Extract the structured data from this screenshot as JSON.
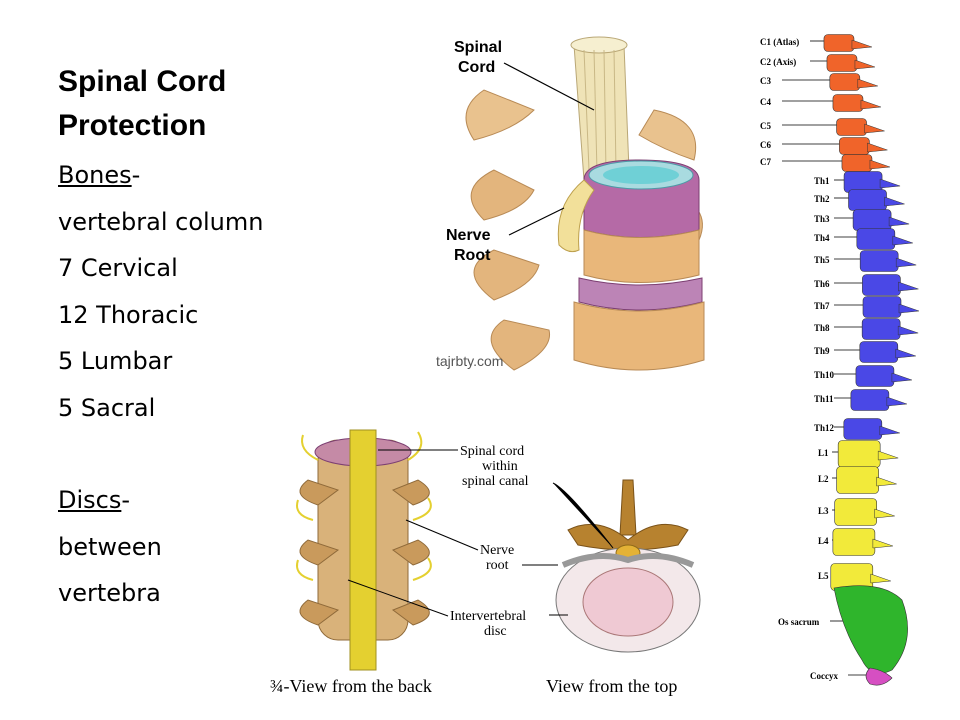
{
  "slide": {
    "title_line1": "Spinal Cord",
    "title_line2": "Protection",
    "bones_label": "Bones",
    "bones_suffix": "-",
    "items": [
      "vertebral column",
      "7 Cervical",
      "12 Thoracic",
      "5 Lumbar",
      "5 Sacral"
    ],
    "discs_label": "Discs",
    "discs_suffix": "-",
    "discs_items": [
      "between",
      "vertebra"
    ]
  },
  "top_figure": {
    "label_spinal": [
      "Spinal",
      "Cord"
    ],
    "label_nerve": [
      "Nerve",
      "Root"
    ],
    "watermark": "tajrbty.com"
  },
  "bottom_figure": {
    "label_cord": [
      "Spinal cord",
      "within",
      "spinal canal"
    ],
    "label_nerve": [
      "Nerve",
      "root"
    ],
    "label_disc": [
      "Intervertebral",
      "disc"
    ],
    "caption_back": "¾-View from the back",
    "caption_top": "View from the top"
  },
  "column_labels": {
    "cervical": [
      "C1 (Atlas)",
      "C2 (Axis)",
      "C3",
      "C4",
      "C5",
      "C6",
      "C7"
    ],
    "thoracic": [
      "Th1",
      "Th2",
      "Th3",
      "Th4",
      "Th5",
      "Th6",
      "Th7",
      "Th8",
      "Th9",
      "Th10",
      "Th11",
      "Th12"
    ],
    "lumbar": [
      "L1",
      "L2",
      "L3",
      "L4",
      "L5"
    ],
    "sacrum": "Os sacrum",
    "coccyx": "Coccyx"
  },
  "colors": {
    "cervical": "#f0642a",
    "thoracic": "#4a48e6",
    "lumbar": "#f2ea3a",
    "sacrum": "#2fb52c",
    "coccyx": "#d64fc2"
  }
}
